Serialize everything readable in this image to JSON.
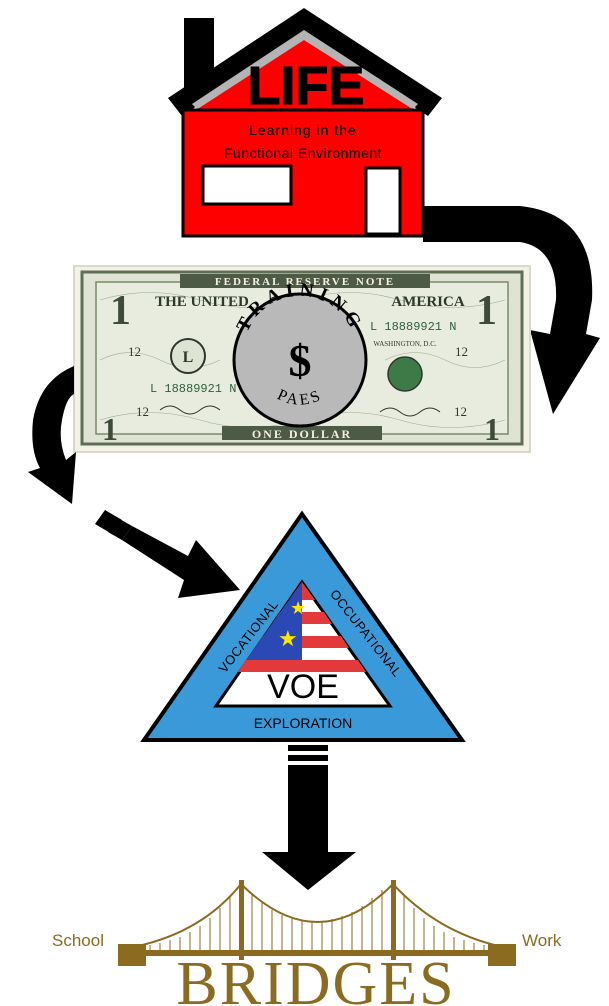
{
  "house": {
    "title": "LIFE",
    "subtitle_line1": "Learning in the",
    "subtitle_line2": "Functional Environment"
  },
  "bill": {
    "header": "FEDERAL RESERVE NOTE",
    "top_left_text": "THE UNITED",
    "top_right_text": "AMERICA",
    "serial": "L18889921N",
    "serial_left": "L 18889921 N",
    "serial_right": "L 18889921 N",
    "bank_letter": "L",
    "face_value": "1",
    "plate_number": "12",
    "footer": "ONE DOLLAR",
    "city": "WASHINGTON, D.C."
  },
  "coin": {
    "top_text": "TRAINING",
    "symbol": "$",
    "bottom_text": "PAES"
  },
  "voe": {
    "left_text": "VOCATIONAL",
    "right_text": "OCCUPATIONAL",
    "bottom_text": "EXPLORATION",
    "center_text": "VOE"
  },
  "bridge": {
    "left_label": "School",
    "right_label": "Work",
    "title": "BRIDGES"
  },
  "colors": {
    "house_red": "#ff0000",
    "roof_gray": "#b4b4b4",
    "triangle_blue": "#3a9ad9",
    "bridge_gold": "#8b6b1f",
    "bill_green": "#6f7f60",
    "coin_gray": "#b9b9b9"
  }
}
